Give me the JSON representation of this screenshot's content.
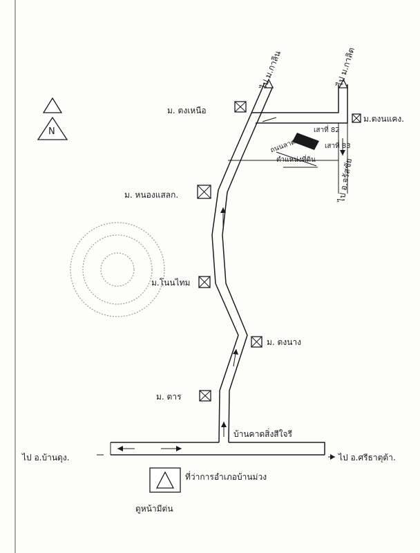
{
  "labels": {
    "to_top_left": "ไป ม.กาลิน",
    "to_top_right": "ไป ม.กาลิต",
    "to_left": "ไป อ.บ้านดุง.",
    "to_right": "ไป อ.ศรีธาตุต้า.",
    "to_bottom_right": "ไป อ.จรัสชัย",
    "village_1": "ม. ตงเหนือ",
    "village_2": "ม.ตงนแคง.",
    "village_3": "ม. หนองแสลก.",
    "village_4": "ม.โนนไทม",
    "village_5": "ม. ตงนาง",
    "village_6": "ม. ตาร",
    "km_1": "เสาที่ 82",
    "km_2": "เสาที่ 83",
    "site_label": "ตำแหน่งที่ดิน",
    "road_label": "ถนนลาดยาง",
    "junction": "บ้านคาดสิ่งสีใจรี",
    "district_office": "ที่ว่าการอำเภอบ้านม่วง",
    "signature": "ดูหน้ามีต่น"
  },
  "icons": {
    "north": "north-arrow-icon",
    "landmark": "triangle-icon",
    "village": "crossed-box-icon",
    "site": "land-plot-icon"
  }
}
